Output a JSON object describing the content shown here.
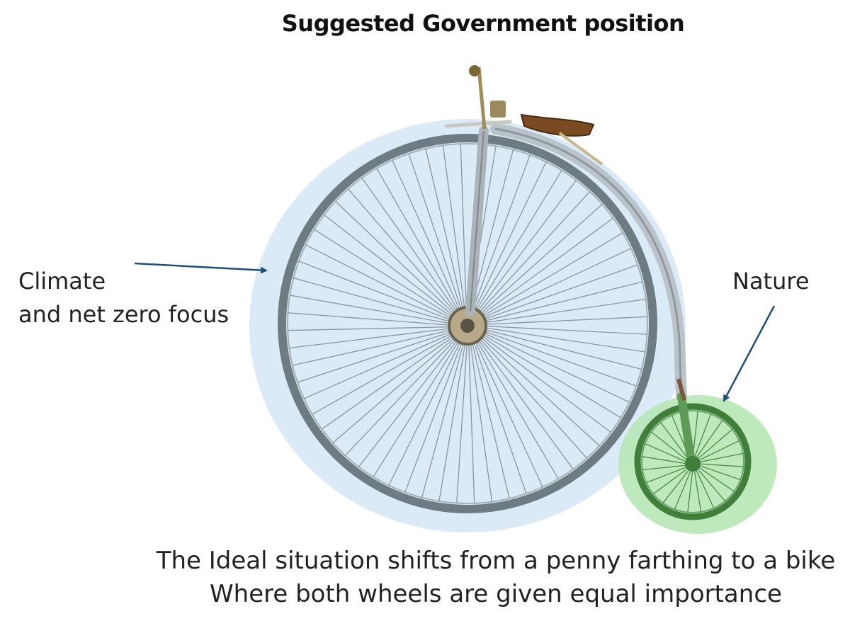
{
  "title": "Suggested Government position",
  "labels": {
    "climate_line1": "Climate",
    "climate_line2": "and net zero focus",
    "nature": "Nature"
  },
  "caption": {
    "line1": "The Ideal situation shifts from a penny farthing to a bike",
    "line2": "Where both wheels are given equal importance"
  },
  "colors": {
    "climate_highlight": "#dbeaf7",
    "nature_highlight": "#b7e7b5",
    "arrow": "#1f4e79",
    "wheel_rim": "#6f7b82",
    "small_wheel": "#3f7f3a"
  },
  "icons": {
    "bicycle": "penny-farthing-icon"
  }
}
